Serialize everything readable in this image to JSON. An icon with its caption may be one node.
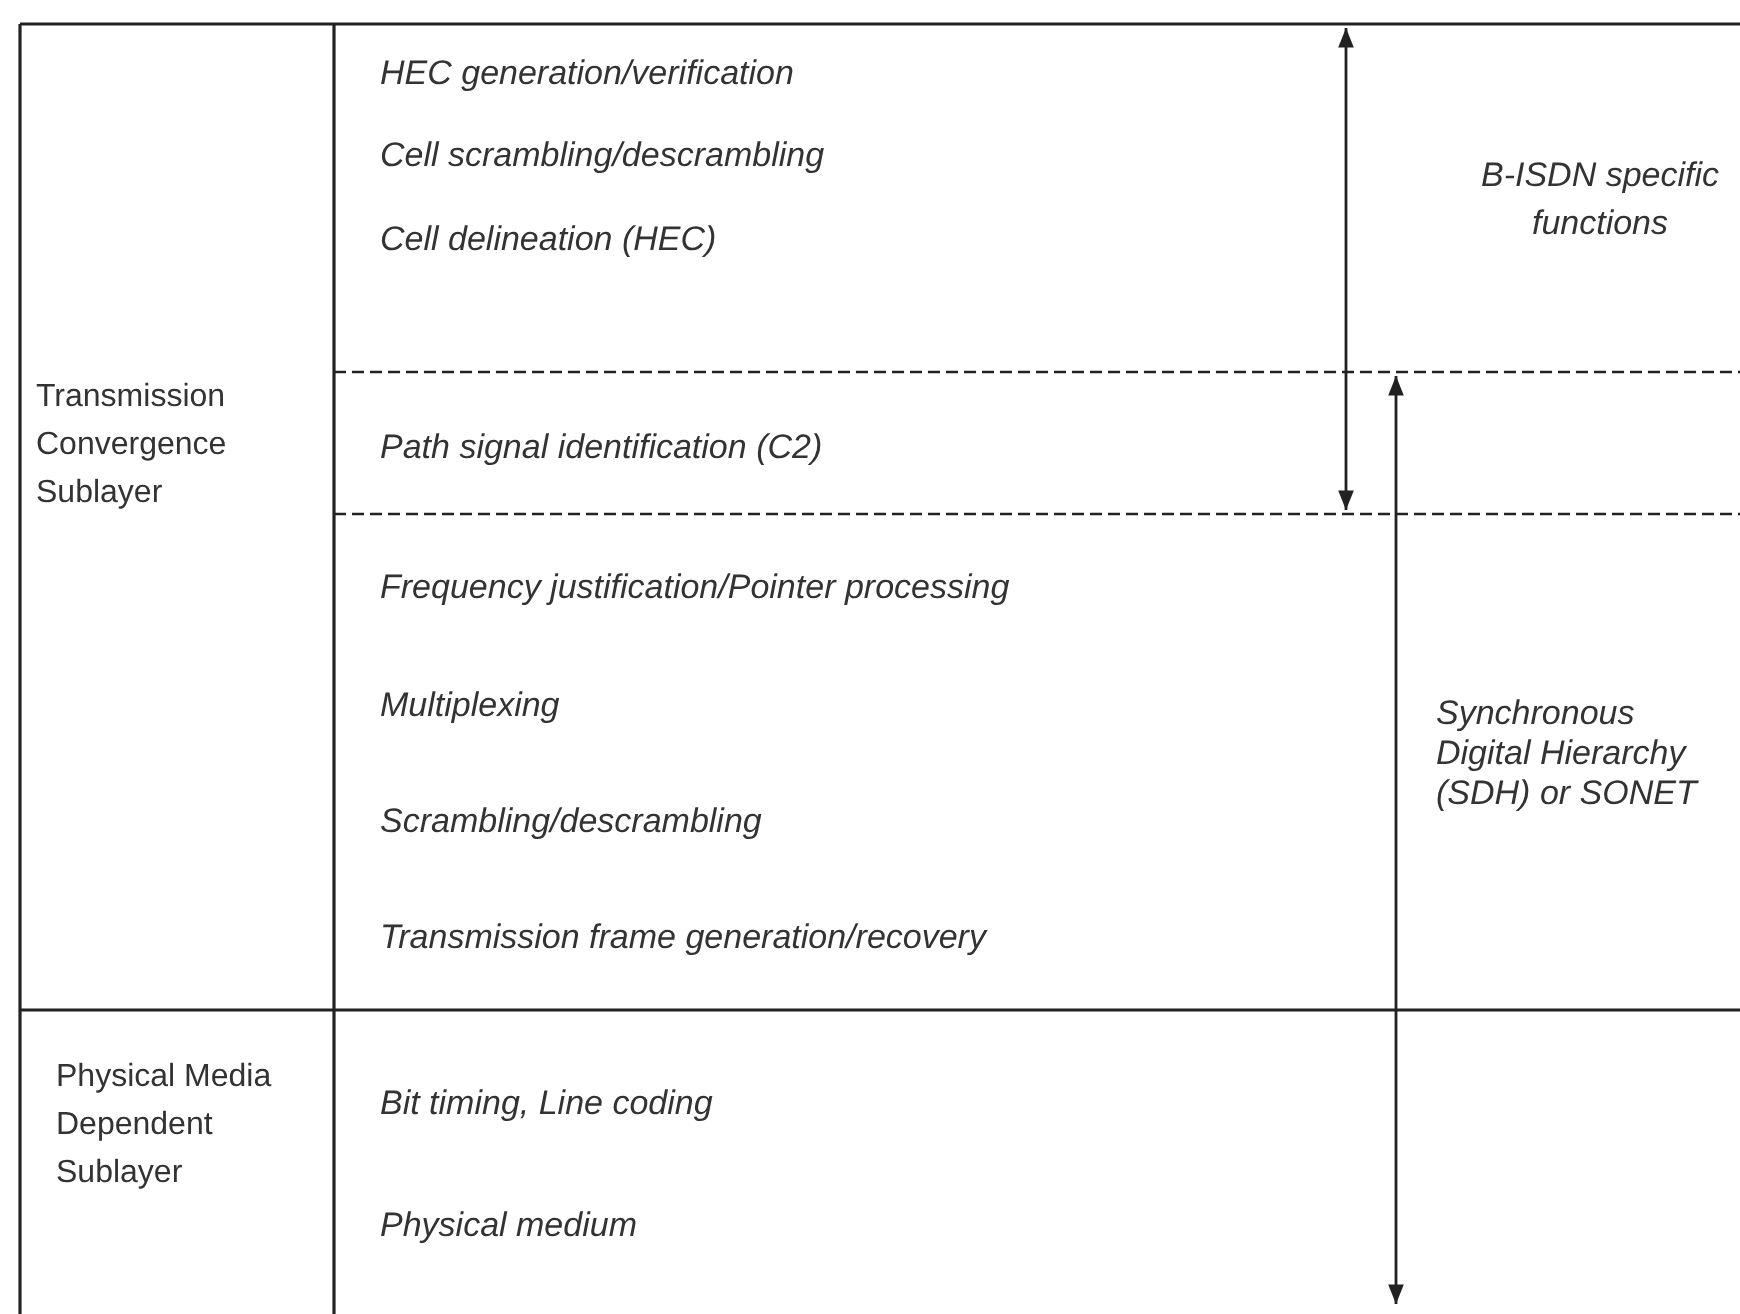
{
  "diagram": {
    "labels": [
      "HEC generation/verification",
      "B-ISDN specific functions",
      "Cell scrambling/descrambling",
      "Cell delineation (HEC)",
      "Transmission Convergence Sublayer",
      "Path signal identification (C2)",
      "Frequency justification/Pointer processing",
      "Multiplexing",
      "Synchronous Digital Hierarchy (SDH) or SONET",
      "Scrambling/descrambling",
      "Transmission frame generation/recovery",
      "Physical Media Dependent Sublayer",
      "Bit timing, Line coding",
      "Physical medium"
    ]
  }
}
